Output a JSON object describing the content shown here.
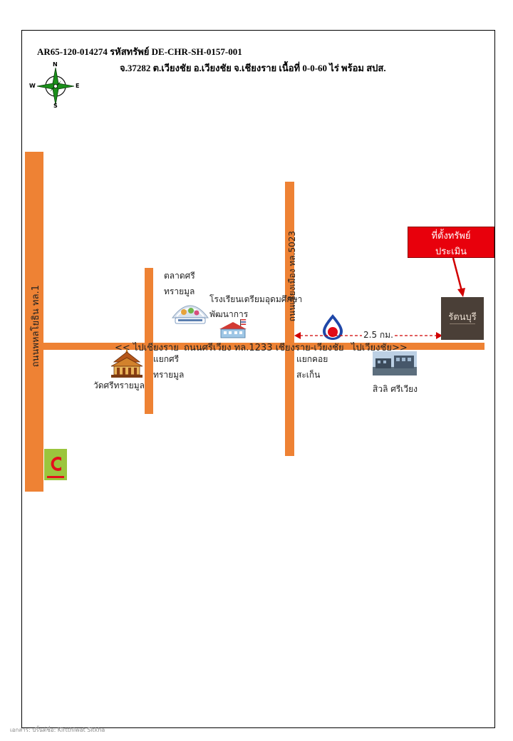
{
  "header": {
    "line1": "AR65-120-014274  รหัสทรัพย์ DE-CHR-SH-0157-001",
    "line2": "จ.37282   ต.เวียงชัย  อ.เวียงชัย  จ.เชียงราย  เนื้อที่ 0-0-60 ไร่ พร้อม สปส."
  },
  "compass": {
    "n": "N",
    "s": "S",
    "e": "E",
    "w": "W"
  },
  "roads": {
    "west": "ถนนพหลโยธิน ทล.1",
    "middle": "ถนนเชียงเมือง ทล.5023",
    "main": "ถนนศรีเวียง ทล.1233 เชียงราย-เวียงชัย",
    "to_left": "<< ไปเชียงราย",
    "to_right": "ไปเวียงชัย>>"
  },
  "landmarks": {
    "market_line1": "ตลาดศรี",
    "market_line2": "ทรายมูล",
    "school_line1": "โรงเรียนเตรียมอุดมศึกษา",
    "school_line2": "พัฒนาการ",
    "junction_line1": "แยกศรี",
    "junction_line2": "ทรายมูล",
    "temple": "วัดศรีทรายมูล",
    "junction2_line1": "แยกคอย",
    "junction2_line2": "สะเก็น",
    "building": "สิวลิ ศรีเวียง",
    "distance": "2.5 กม.",
    "property_name": "รัตนบุรี"
  },
  "callout": {
    "line1": "ที่ตั้งทรัพย์",
    "line2": "ประเมิน"
  },
  "footer": "เอกสาร: ปริ้นต์ชื่อ: Kirtthiwat Sitkha",
  "colors": {
    "road": "#ee8234",
    "callout": "#e8000c",
    "arrow": "#d10000",
    "compass": "#1a8f1a"
  },
  "icons": [
    "compass-icon",
    "temple-icon",
    "market-icon",
    "school-icon",
    "gas-station-icon",
    "property-icon",
    "building-photo",
    "bigc-logo"
  ]
}
